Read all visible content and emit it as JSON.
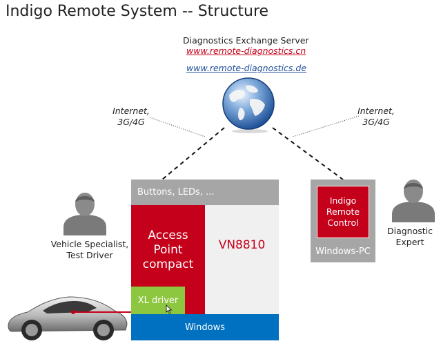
{
  "title": "Indigo Remote System -- Structure",
  "server": {
    "name": "Diagnostics Exchange Server",
    "links": [
      {
        "text": "www.remote-diagnostics.cn",
        "color": "#c4001a"
      },
      {
        "text": "www.remote-diagnostics.de",
        "color": "#1f4e9a"
      }
    ]
  },
  "connections": {
    "left": {
      "line1": "Internet,",
      "line2": "3G/4G"
    },
    "right": {
      "line1": "Internet,",
      "line2": "3G/4G"
    }
  },
  "vehicle_unit": {
    "top_bar": "Buttons, LEDs, ...",
    "access_point": {
      "line1": "Access",
      "line2": "Point",
      "line3": "compact"
    },
    "device": "VN8810",
    "driver": "XL driver",
    "os": "Windows"
  },
  "remote_pc": {
    "app": {
      "line1": "Indigo",
      "line2": "Remote",
      "line3": "Control"
    },
    "label": "Windows-PC"
  },
  "people": {
    "left": {
      "line1": "Vehicle Specialist,",
      "line2": "Test Driver"
    },
    "right": {
      "line1": "Diagnostic",
      "line2": "Expert"
    }
  },
  "colors": {
    "red": "#c4001a",
    "gray": "#a6a6a6",
    "green": "#8dc63f",
    "blue": "#0070c0",
    "light": "#f0f0f0"
  },
  "icons": [
    "globe-icon",
    "person-icon",
    "car-icon",
    "mouse-cursor-icon"
  ]
}
